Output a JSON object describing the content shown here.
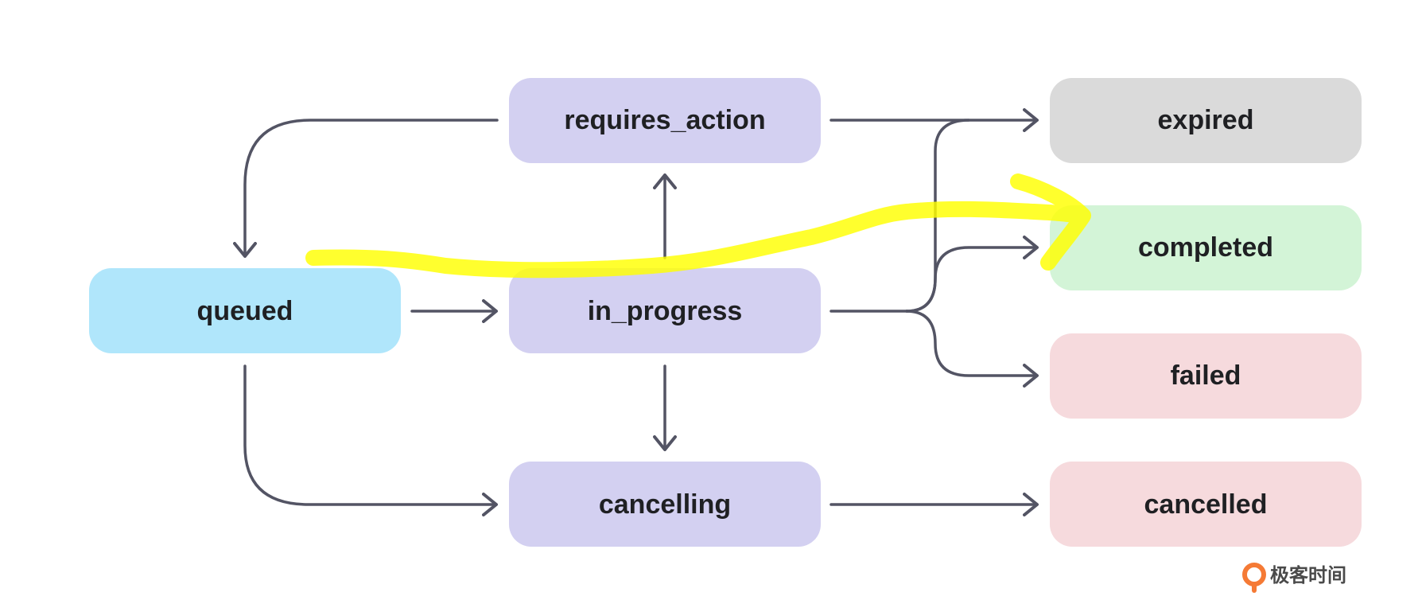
{
  "nodes": {
    "queued": {
      "label": "queued",
      "color": "#b0e6fb"
    },
    "requires_action": {
      "label": "requires_action",
      "color": "#d3d0f1"
    },
    "in_progress": {
      "label": "in_progress",
      "color": "#d3d0f1"
    },
    "cancelling": {
      "label": "cancelling",
      "color": "#d3d0f1"
    },
    "expired": {
      "label": "expired",
      "color": "#dadada"
    },
    "completed": {
      "label": "completed",
      "color": "#d3f4d7"
    },
    "failed": {
      "label": "failed",
      "color": "#f6dadd"
    },
    "cancelled": {
      "label": "cancelled",
      "color": "#f6dadd"
    }
  },
  "edges": [
    {
      "from": "requires_action",
      "to": "queued"
    },
    {
      "from": "queued",
      "to": "in_progress"
    },
    {
      "from": "queued",
      "to": "cancelling"
    },
    {
      "from": "in_progress",
      "to": "requires_action"
    },
    {
      "from": "in_progress",
      "to": "cancelling"
    },
    {
      "from": "requires_action",
      "to": "expired"
    },
    {
      "from": "in_progress",
      "to": "expired"
    },
    {
      "from": "in_progress",
      "to": "completed"
    },
    {
      "from": "in_progress",
      "to": "failed"
    },
    {
      "from": "cancelling",
      "to": "cancelled"
    }
  ],
  "colors": {
    "arrow": "#535464",
    "highlight": "#ffff00"
  },
  "watermark": {
    "text": "极客时间",
    "logo_color": "#f57a35"
  }
}
